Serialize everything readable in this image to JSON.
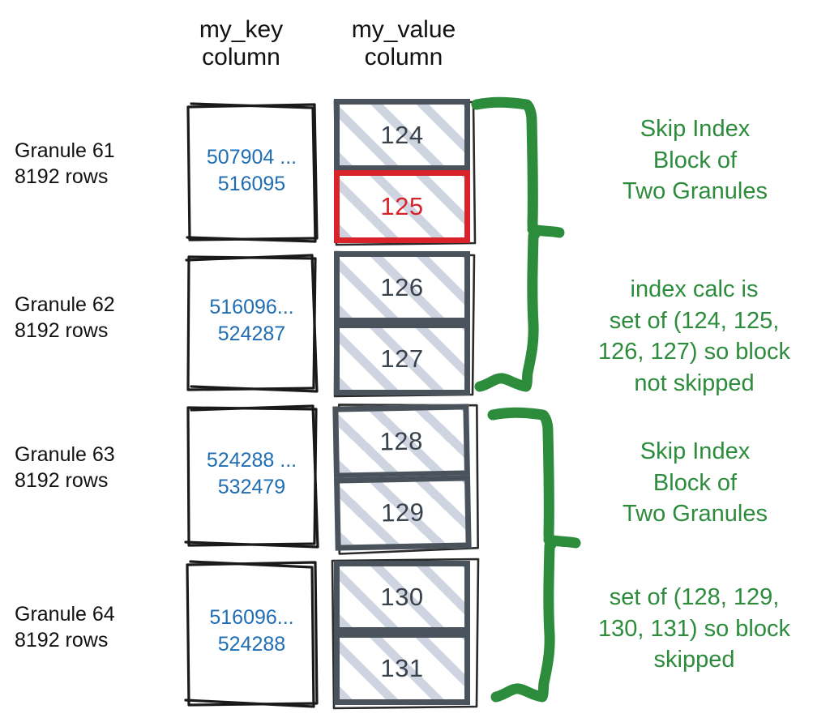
{
  "diagram": {
    "title": "ClickHouse skip index granule diagram",
    "background": "#ffffff",
    "colors": {
      "key_text": "#1f6eb4",
      "value_border": "#4a535c",
      "value_text": "#39424b",
      "hatch": "#ced5e0",
      "highlight": "#d9232a",
      "annotation_green": "#2c8c3c",
      "label_text": "#111111"
    }
  },
  "headers": {
    "key_column": "my_key\ncolumn",
    "value_column": "my_value\ncolumn"
  },
  "rows": [
    {
      "label": "Granule 61\n8192 rows",
      "granule": "Granule 61",
      "rows_count": "8192 rows",
      "key_range": "507904 ...\n516095",
      "values": [
        {
          "value": "124",
          "highlighted": false
        },
        {
          "value": "125",
          "highlighted": true
        }
      ]
    },
    {
      "label": "Granule 62\n8192 rows",
      "granule": "Granule 62",
      "rows_count": "8192 rows",
      "key_range": "516096...\n524287",
      "values": [
        {
          "value": "126",
          "highlighted": false
        },
        {
          "value": "127",
          "highlighted": false
        }
      ]
    },
    {
      "label": "Granule 63\n8192 rows",
      "granule": "Granule 63",
      "rows_count": "8192 rows",
      "key_range": "524288 ...\n532479",
      "values": [
        {
          "value": "128",
          "highlighted": false
        },
        {
          "value": "129",
          "highlighted": false
        }
      ]
    },
    {
      "label": "Granule 64\n8192 rows",
      "granule": "Granule 64",
      "rows_count": "8192 rows",
      "key_range": "516096...\n524288",
      "values": [
        {
          "value": "130",
          "highlighted": false
        },
        {
          "value": "131",
          "highlighted": false
        }
      ]
    }
  ],
  "blocks": [
    {
      "title": "Skip Index\nBlock of\nTwo Granules",
      "explanation": "index calc is\nset of (124, 125,\n126, 127) so block\nnot skipped"
    },
    {
      "title": "Skip Index\nBlock of\nTwo Granules",
      "explanation": "set of (128, 129,\n130, 131) so block\nskipped"
    }
  ]
}
